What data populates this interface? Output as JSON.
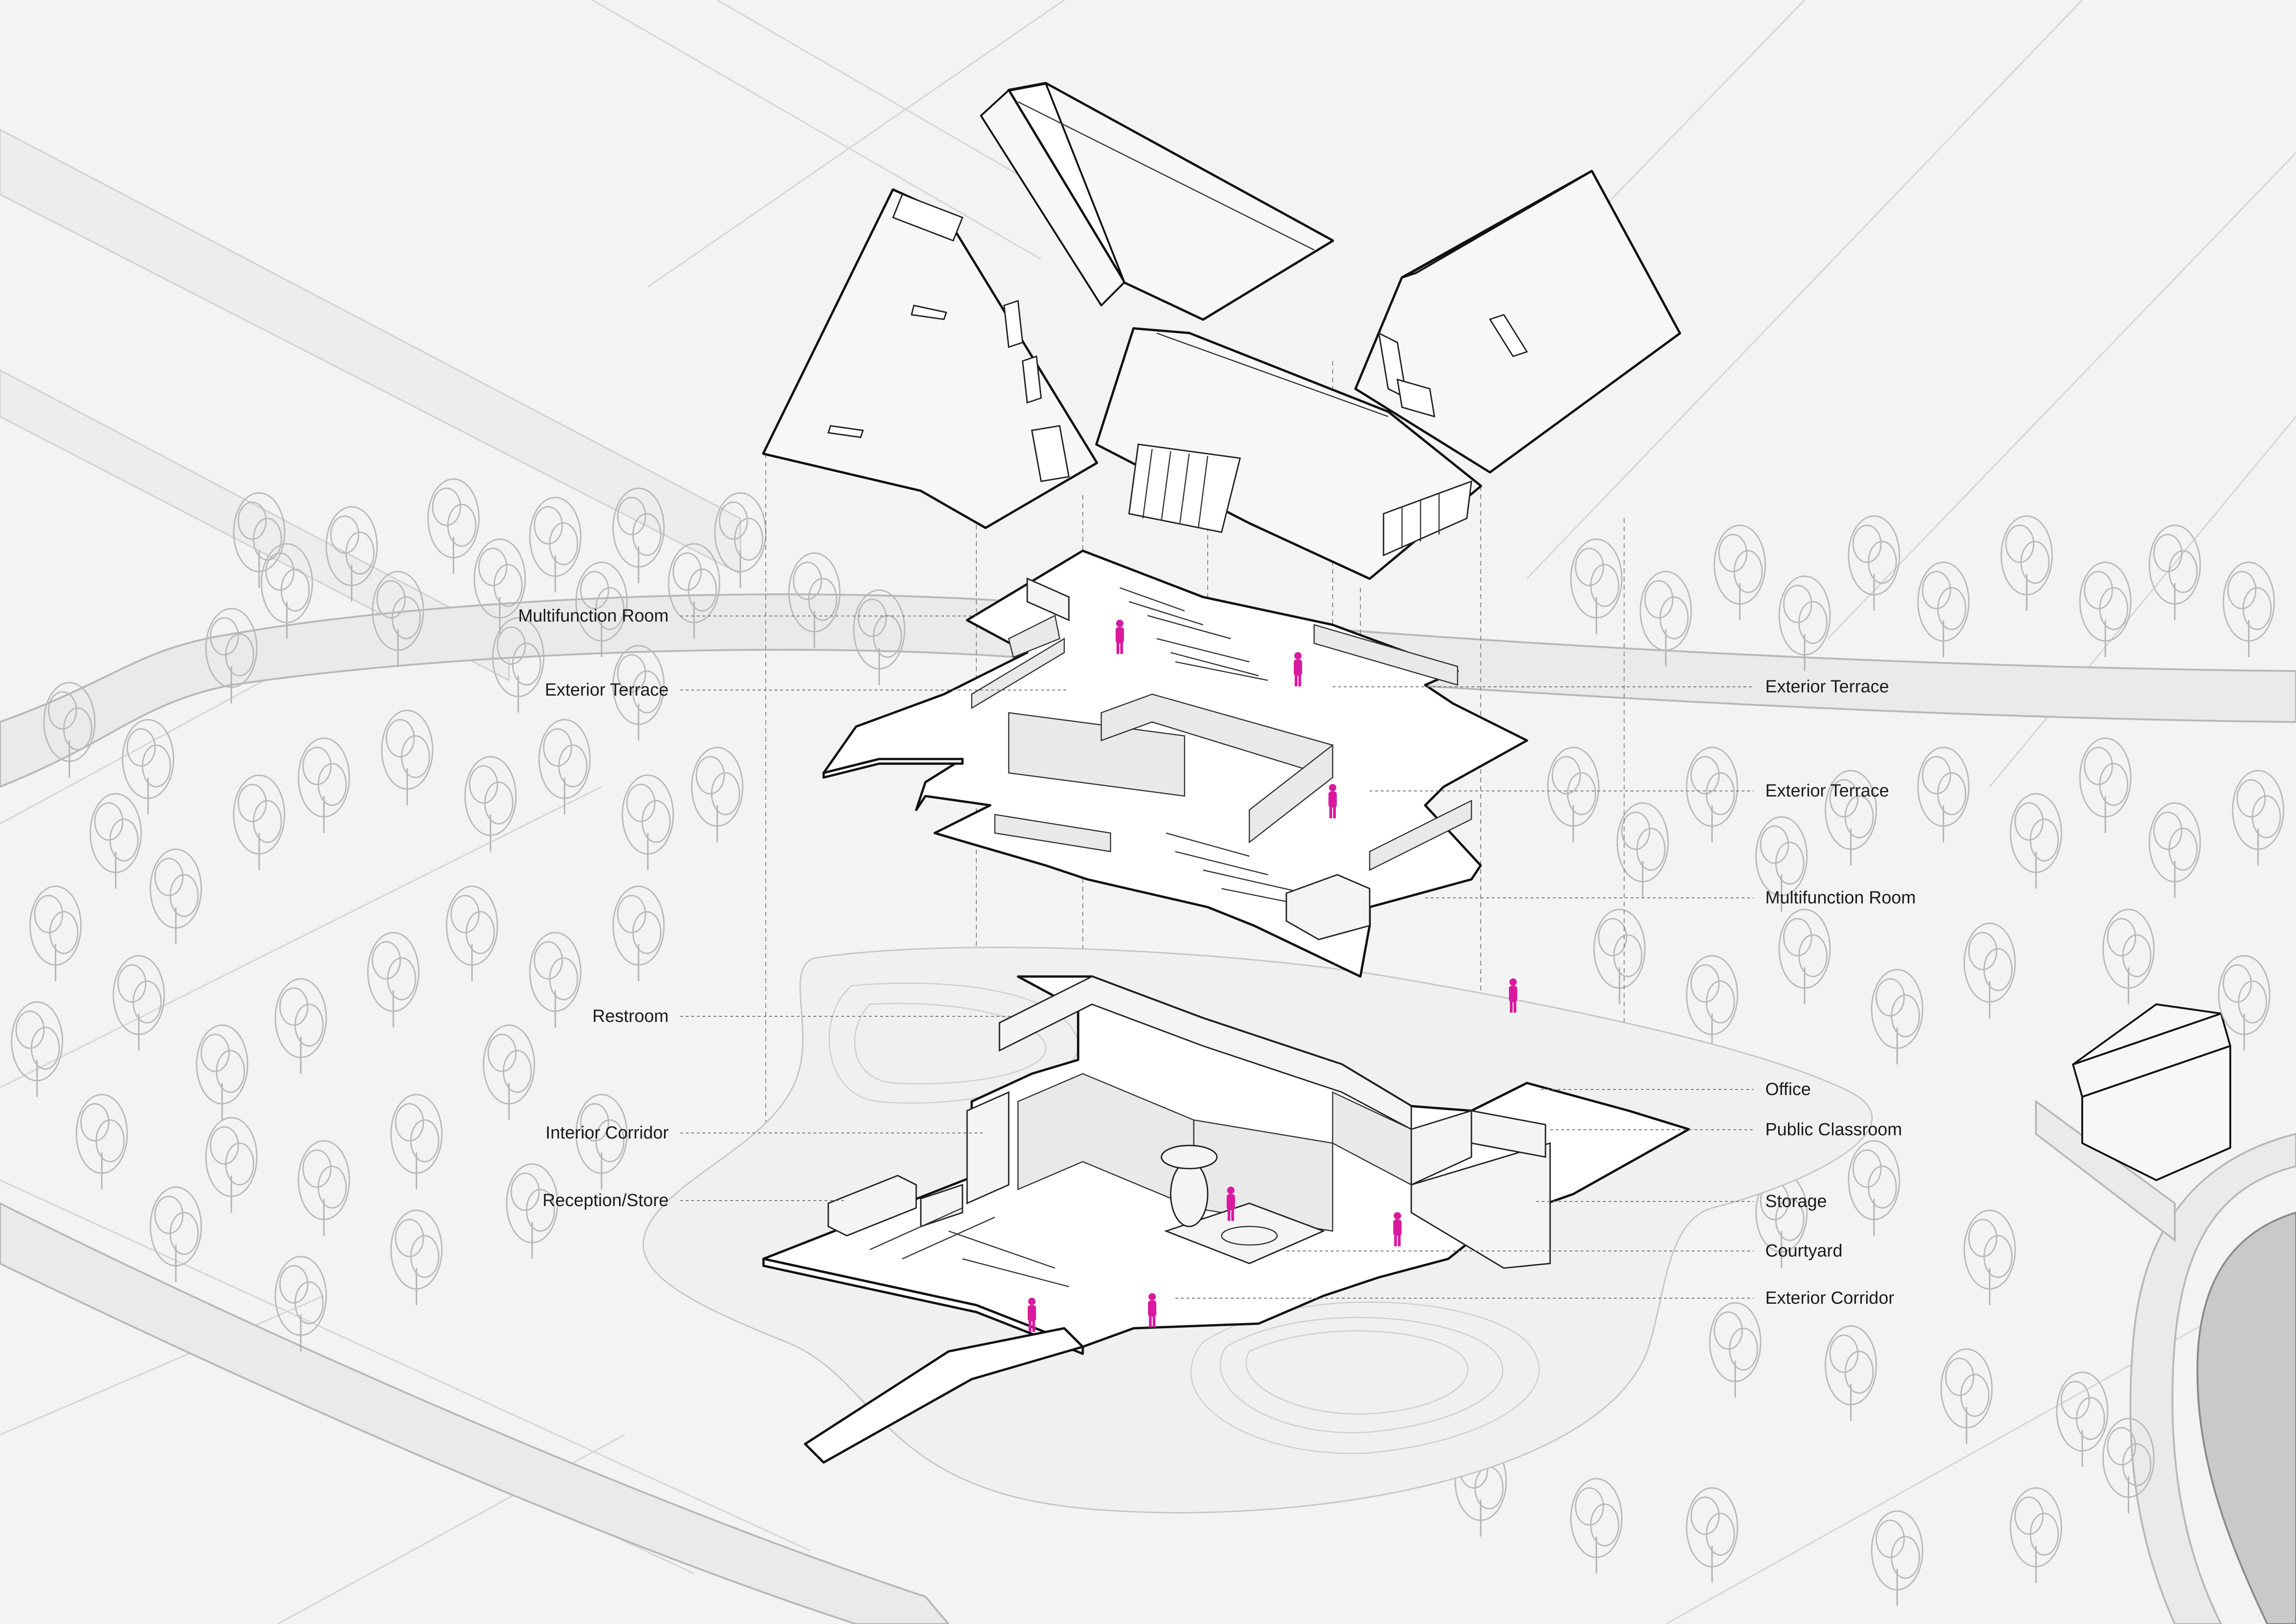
{
  "labels": {
    "left": [
      "Multifunction Room",
      "Exterior Terrace",
      "Restroom",
      "Interior Corridor",
      "Reception/Store"
    ],
    "right": [
      "Exterior Terrace",
      "Exterior Terrace",
      "Multifunction Room",
      "Office",
      "Public Classroom",
      "Storage",
      "Courtyard",
      "Exterior Corridor"
    ]
  },
  "colors": {
    "background": "#f3f3f3",
    "linework": "#111111",
    "accent_figures": "#d91a9f"
  },
  "icons": [
    "roof-volume",
    "floor-slab",
    "tree",
    "person-figure"
  ]
}
